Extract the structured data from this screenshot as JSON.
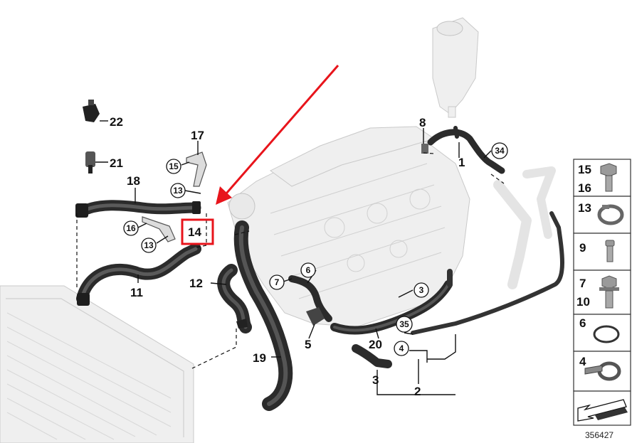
{
  "callouts": {
    "c1": "1",
    "c2": "2",
    "c3": "3",
    "c3b": "3",
    "c4": "4",
    "c5": "5",
    "c6": "6",
    "c7": "7",
    "c8": "8",
    "c11": "11",
    "c12": "12",
    "c13a": "13",
    "c13b": "13",
    "c14": "14",
    "c15": "15",
    "c16": "16",
    "c17": "17",
    "c18": "18",
    "c19": "19",
    "c20": "20",
    "c21": "21",
    "c22": "22",
    "c34": "34",
    "c35": "35"
  },
  "legend": {
    "row1": [
      "15",
      "16"
    ],
    "row2": "13",
    "row3": "9",
    "row4": [
      "7",
      "10"
    ],
    "row5": "6",
    "row6": "4"
  },
  "figure_id": "356427",
  "colors": {
    "highlight": "#e8141b",
    "hose": "#2b2b2b",
    "ghost": "#e6e6e6"
  }
}
